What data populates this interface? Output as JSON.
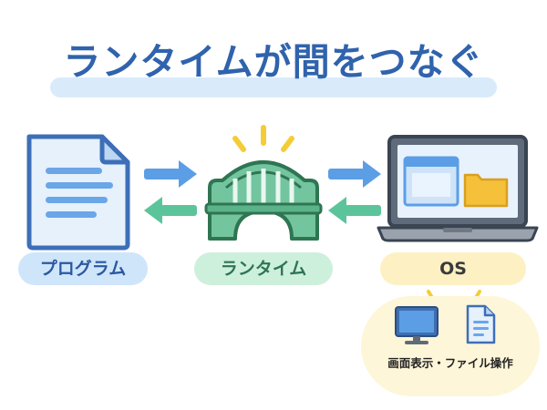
{
  "title": "ランタイムが間をつなぐ",
  "labels": {
    "program": "プログラム",
    "runtime": "ランタイム",
    "os": "OS",
    "os_features": "画面表示・ファイル操作"
  },
  "icons": {
    "program": "document-icon",
    "runtime": "bridge-icon",
    "os": "laptop-icon",
    "screen": "monitor-icon",
    "file": "file-icon"
  },
  "colors": {
    "title": "#2f63ad",
    "arrow_right": "#5b9ee6",
    "arrow_left": "#5cc49a",
    "bridge": "#72c59f",
    "glow": "#f4cd36"
  }
}
